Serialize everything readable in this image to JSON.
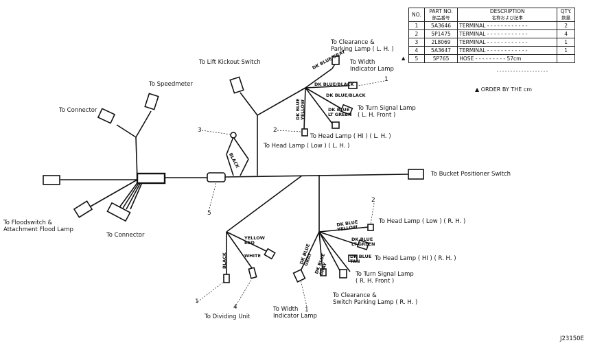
{
  "parts_table": {
    "headers": {
      "no": "NO.",
      "part_no": "PART NO.",
      "part_no_jp": "部品番号",
      "description": "DESCRIPTION",
      "description_jp": "名称および記事",
      "qty": "QTY.",
      "qty_jp": "数量"
    },
    "rows": [
      {
        "no": "1",
        "part_no": "5A3646",
        "description": "TERMINAL",
        "qty": "2",
        "marked": false
      },
      {
        "no": "2",
        "part_no": "5P1475",
        "description": "TERMINAL",
        "qty": "4",
        "marked": false
      },
      {
        "no": "3",
        "part_no": "2L8069",
        "description": "TERMINAL",
        "qty": "1",
        "marked": false
      },
      {
        "no": "4",
        "part_no": "5A3647",
        "description": "TERMINAL",
        "qty": "1",
        "marked": false
      },
      {
        "no": "5",
        "part_no": "5P765",
        "description": "HOSE",
        "qty": "",
        "extra": "57cm",
        "marked": true
      }
    ],
    "order_note": "ORDER BY THE cm"
  },
  "labels": {
    "lift_kickout": "To Lift Kickout Switch",
    "clearance_lh": "To Clearance &\nParking Lamp ( L. H. )",
    "width_lh": "To Width\nIndicator Lamp",
    "speedometer": "To Speedmeter",
    "connector_top": "To Connector",
    "turn_signal_lh": "To Turn Signal Lamp\n( L. H. Front )",
    "head_lamp_lh": "To Head Lamp ( HI ) ( L. H. )",
    "head_lamp_low_lh": "To Head Lamp ( Low ) ( L. H. )",
    "bucket_positioner": "To Bucket Positioner Switch",
    "floodswitch": "To Floodswitch &\nAttachment Flood Lamp",
    "connector_bottom": "To Connector",
    "head_lamp_low_rh": "To Head Lamp ( Low ) ( R. H. )",
    "head_lamp_hi_rh": "To Head Lamp ( HI ) ( R. H. )",
    "turn_signal_rh": "To Turn Signal Lamp\n( R. H. Front )",
    "clearance_rh": "To Clearance &\nSwitch Parking Lamp ( R. H. )",
    "width_rh": "To Width\nIndicator Lamp",
    "dividing_unit": "To Dividing Unit"
  },
  "wires": {
    "dk_blue_gray": "DK BLUE/GRAY",
    "dk_blue_black_1": "DK BLUE/BLACK",
    "dk_blue_black_2": "DK BLUE/BLACK",
    "dk_blue_yellow": "DK BLUE\nYELLOW",
    "dk_blue_lt_green": "DK BLUE\nLT GREEN",
    "black_mid": "BLACK",
    "dk_blue_yellow_r": "DK BLUE\nYELLOW",
    "dk_blue_lt_green_r": "DK BLUE\nLT GREEN",
    "dk_blue_tan": "DK BLUE\nTAN",
    "dk_blue_gray_r1": "DK BLUE\nGRAY",
    "dk_blue_gray_r2": "DK BLUE\nGRAY",
    "yellow_red": "YELLOW\nRED",
    "white": "WHITE",
    "black_bottom": "BLACK"
  },
  "callouts": {
    "c1a": "1",
    "c2a": "2",
    "c3": "3",
    "c5": "5",
    "c2b": "2",
    "c1b": "1",
    "c4": "4",
    "c1c": "1"
  },
  "figure_no": "J23150E"
}
